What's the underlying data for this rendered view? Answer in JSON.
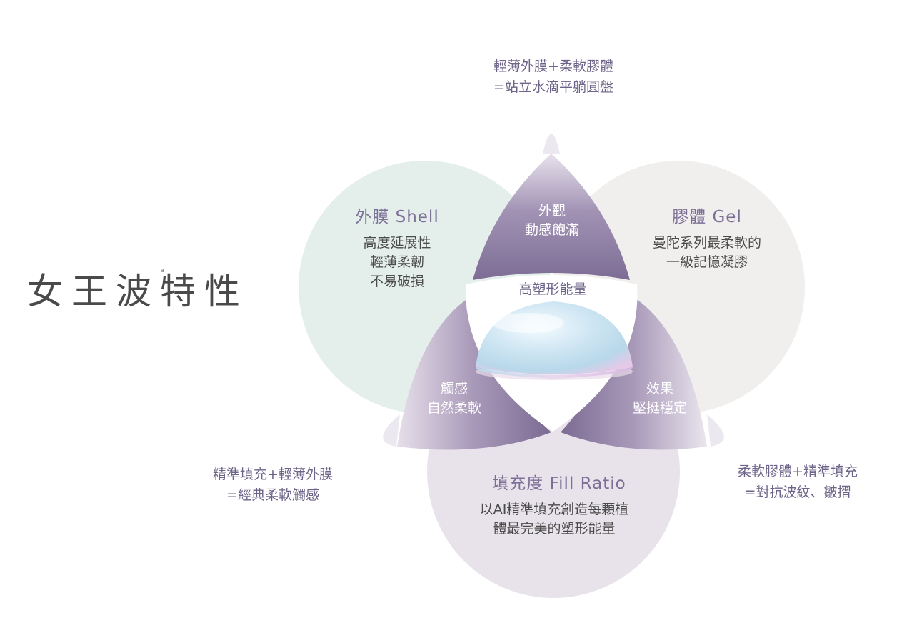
{
  "page_title": "女王波特性",
  "title_superscript": "a",
  "colors": {
    "shell_circle": "#e4efec",
    "gel_circle": "#f0efed",
    "fill_circle": "#e8e3ea",
    "lens": "#8a7aa0",
    "text_purple": "#7b6f96",
    "text_gray": "#4b4b4b"
  },
  "corners": {
    "top": {
      "line1": "輕薄外膜+柔軟膠體",
      "line2": "=站立水滴平躺圓盤"
    },
    "left": {
      "line1": "精準填充+輕薄外膜",
      "line2": "=經典柔軟觸感"
    },
    "right": {
      "line1": "柔軟膠體+精準填充",
      "line2": "=對抗波紋、皺摺"
    }
  },
  "circles": {
    "shell": {
      "title": "外膜 Shell",
      "line1": "高度延展性",
      "line2": "輕薄柔韌",
      "line3": "不易破損"
    },
    "gel": {
      "title": "膠體 Gel",
      "line1": "曼陀系列最柔軟的",
      "line2": "一級記憶凝膠"
    },
    "fill": {
      "title": "填充度 Fill Ratio",
      "line1": "以AI精準填充創造每顆植",
      "line2": "體最完美的塑形能量"
    }
  },
  "lenses": {
    "top": {
      "line1": "外觀",
      "line2": "動感飽滿"
    },
    "left": {
      "line1": "觸感",
      "line2": "自然柔軟"
    },
    "right": {
      "line1": "效果",
      "line2": "堅挺穩定"
    }
  },
  "center": {
    "label": "高塑形能量",
    "image": "breast-implant-image"
  }
}
